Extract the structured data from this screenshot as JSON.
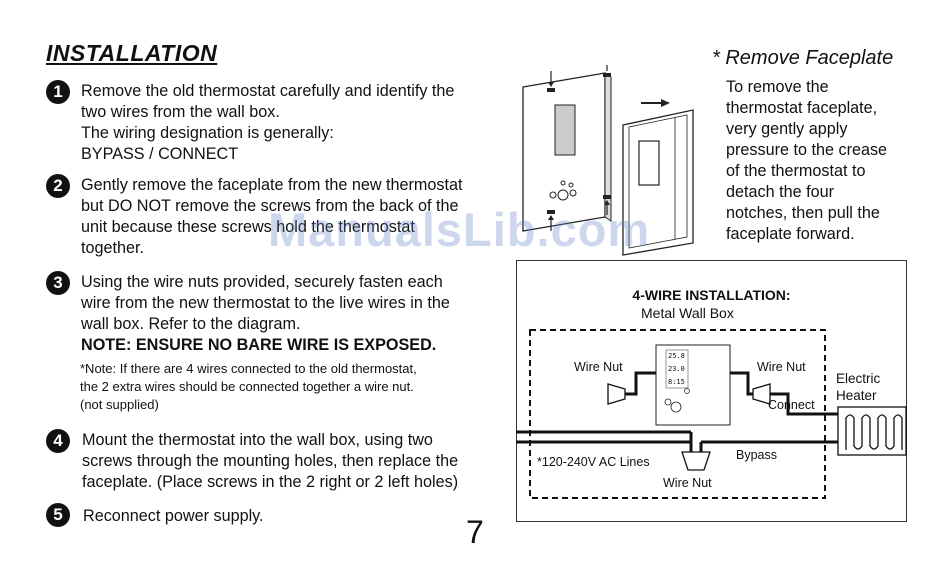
{
  "title": "INSTALLATION",
  "steps": [
    {
      "number": "1",
      "lines": [
        "Remove the old thermostat carefully and identify the",
        "two wires from the wall box.",
        "The wiring designation is generally:",
        "BYPASS / CONNECT"
      ]
    },
    {
      "number": "2",
      "lines": [
        "Gently remove the faceplate from the new thermostat",
        "but DO NOT remove the screws from the back of the",
        "unit because these screws hold the thermostat",
        "together."
      ]
    },
    {
      "number": "3",
      "lines": [
        "Using the wire nuts provided, securely fasten each",
        "wire from the new thermostat to the live wires in the",
        "wall box. Refer to the diagram."
      ],
      "warning": "NOTE: ENSURE NO BARE WIRE IS EXPOSED.",
      "note_lines": [
        "*Note: If there are 4 wires connected to the old thermostat,",
        "the 2 extra wires should be connected together a wire nut.",
        "(not supplied)"
      ]
    },
    {
      "number": "4",
      "lines": [
        "Mount the thermostat into the wall box, using two",
        "screws through the mounting holes, then replace the",
        "faceplate. (Place screws in the 2 right or 2 left holes)"
      ]
    },
    {
      "number": "5",
      "lines": [
        "Reconnect power supply."
      ]
    }
  ],
  "faceplate": {
    "title": "* Remove Faceplate",
    "lines": [
      "To remove the",
      "thermostat faceplate,",
      "very gently apply",
      "pressure to the crease",
      "of the thermostat to",
      "detach the four",
      "notches, then pull the",
      "faceplate forward."
    ]
  },
  "diagram": {
    "title": "4-WIRE INSTALLATION:",
    "subtitle": "Metal Wall Box",
    "wire_nut_left": "Wire Nut",
    "wire_nut_right": "Wire Nut",
    "wire_nut_bottom": "Wire Nut",
    "connect": "Connect",
    "bypass": "Bypass",
    "ac_lines": "*120-240V AC Lines",
    "heater_line1": "Electric",
    "heater_line2": "Heater",
    "display_values": [
      "25.8",
      "23.0",
      "8:15"
    ]
  },
  "watermark": "ManualsLib.com",
  "page_number": "7"
}
